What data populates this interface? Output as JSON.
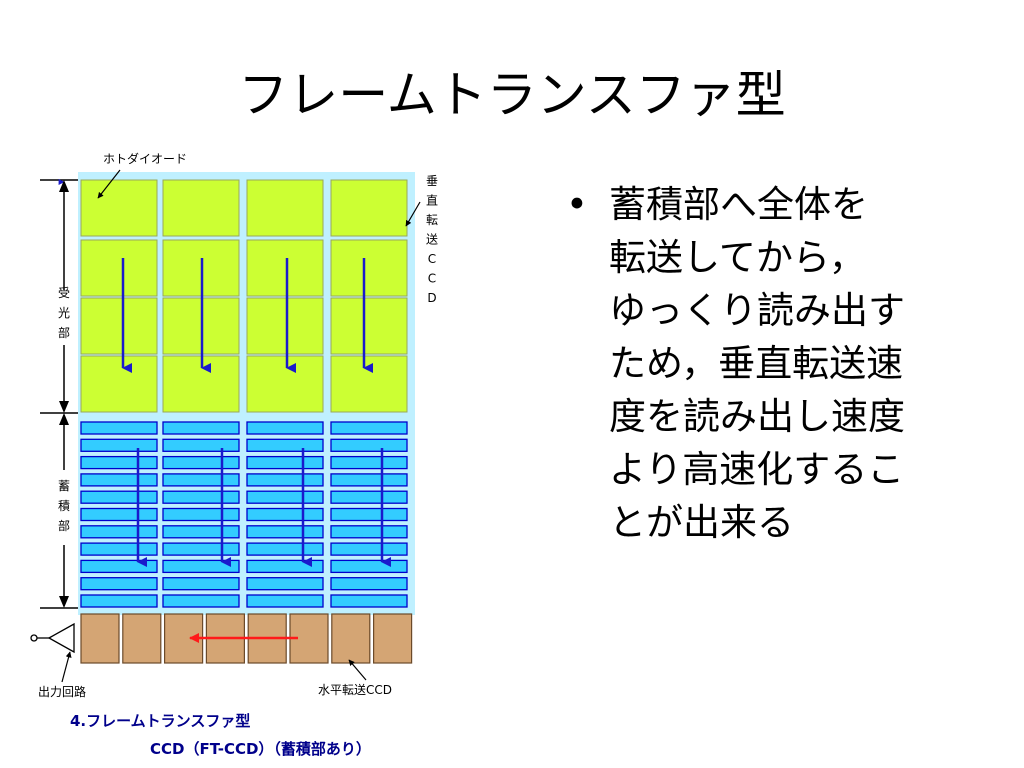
{
  "slide": {
    "title": "フレームトランスファ型"
  },
  "diagram": {
    "labels": {
      "photodiode": "ホトダイオード",
      "vertical_ccd": "垂直転送CCD",
      "light_receiving": "受光部",
      "storage": "蓄積部",
      "output_circuit": "出力回路",
      "horizontal_ccd": "水平転送CCD"
    },
    "caption": {
      "line1": "4.フレームトランスファ型",
      "line2": "CCD（FT-CCD）（蓄積部あり）"
    },
    "colors": {
      "background": "#bff0ff",
      "pixel": "#ccff33",
      "storage_cell": "#33ccff",
      "storage_border": "#0000cc",
      "horizontal_cell": "#d4a574",
      "arrow_vertical": "#1a1acc",
      "arrow_horizontal": "#ff1a1a"
    }
  },
  "bullets": {
    "marker": "•",
    "lines": [
      "蓄積部へ全体を",
      "転送してから，",
      "ゆっくり読み出す",
      "ため，垂直転送速",
      "度を読み出し速度",
      "より高速化するこ",
      "とが出来る"
    ]
  }
}
